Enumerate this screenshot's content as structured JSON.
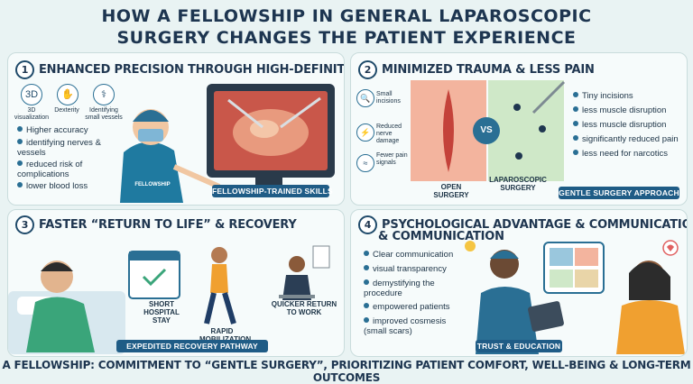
{
  "title_line1": "HOW A FELLOWSHIP IN GENERAL LAPAROSCOPIC",
  "title_line2": "SURGERY CHANGES THE PATIENT EXPERIENCE",
  "p1": {
    "num": "1",
    "heading": "ENHANCED PRECISION THROUGH HIGH-DEFINITION",
    "icons": [
      "3D visualization",
      "Dexterity",
      "Identifying small vessels"
    ],
    "bullets": [
      "Higher accuracy",
      "identifying nerves & vessels",
      "reduced risk of complications",
      "lower blood loss"
    ],
    "badge": "FELLOWSHIP",
    "ribbon": "FELLOWSHIP-TRAINED SKILLS"
  },
  "p2": {
    "num": "2",
    "heading": "MINIMIZED TRAUMA & LESS PAIN",
    "side": [
      "Small incisions",
      "Reduced nerve damage",
      "Fewer pain signals"
    ],
    "vs": "VS",
    "open_label": "OPEN SURGERY",
    "lap_label": "LAPAROSCOPIC SURGERY",
    "bullets": [
      "Tiny incisions",
      "less muscle disruption",
      "less muscle disruption",
      "significantly reduced pain",
      "less need for narcotics"
    ],
    "ribbon": "GENTLE SURGERY APPROACH"
  },
  "p3": {
    "num": "3",
    "heading": "FASTER “RETURN TO LIFE” & RECOVERY",
    "stay": "SHORT HOSPITAL STAY",
    "mob": "RAPID MOBILIZATION",
    "work": "QUICKER RETURN TO WORK",
    "ribbon": "EXPEDITED RECOVERY PATHWAY"
  },
  "p4": {
    "num": "4",
    "heading1": "PSYCHOLOGICAL ADVANTAGE & COMMUNICATION",
    "heading2": "& COMMUNICATION",
    "bullets": [
      "Clear communication",
      "visual transparency",
      "demystifying the procedure",
      "empowered patients",
      "improved cosmesis (small scars)"
    ],
    "ribbon": "TRUST & EDUCATION"
  },
  "footer": "A FELLOWSHIP: COMMITMENT TO “GENTLE SURGERY”, PRIORITIZING PATIENT COMFORT, WELL-BEING & LONG-TERM OUTCOMES",
  "colors": {
    "accent": "#1f5c86",
    "background": "#e9f3f3",
    "tissue": "#e07a6a"
  }
}
